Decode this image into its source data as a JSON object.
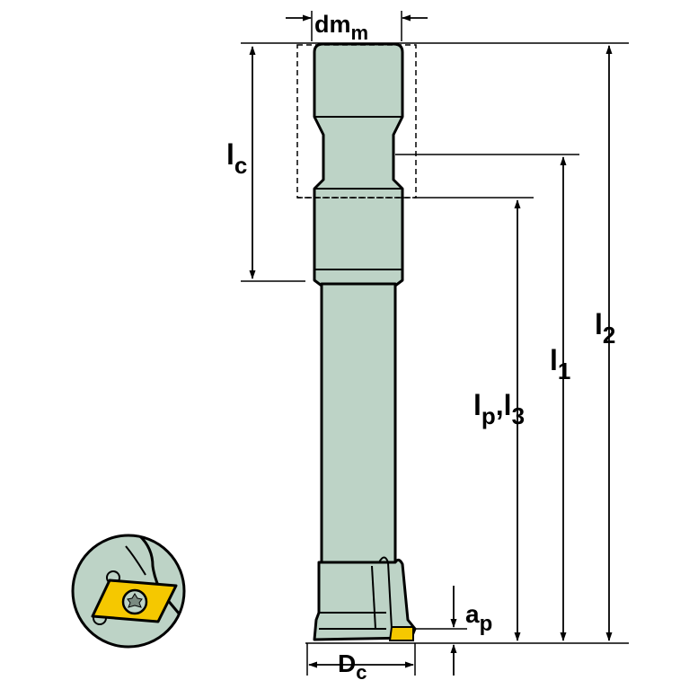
{
  "labels": {
    "dm": {
      "main": "dm",
      "sub": "m"
    },
    "lc": {
      "main": "l",
      "sub": "c"
    },
    "l2": {
      "main": "l",
      "sub": "2"
    },
    "l1": {
      "main": "l",
      "sub": "1"
    },
    "lp_l3": {
      "main1": "l",
      "sub1": "p",
      "sep": ",",
      "main2": "l",
      "sub2": "3"
    },
    "ap": {
      "main": "a",
      "sub": "p"
    },
    "dc": {
      "main": "D",
      "sub": "c"
    }
  },
  "colors": {
    "body": "#bdd3c6",
    "outline": "#000000",
    "insert": "#f5c800",
    "background": "#ffffff"
  },
  "icons": {
    "insert_detail": "insert-detail-icon",
    "torx_screw": "torx-screw-icon"
  }
}
